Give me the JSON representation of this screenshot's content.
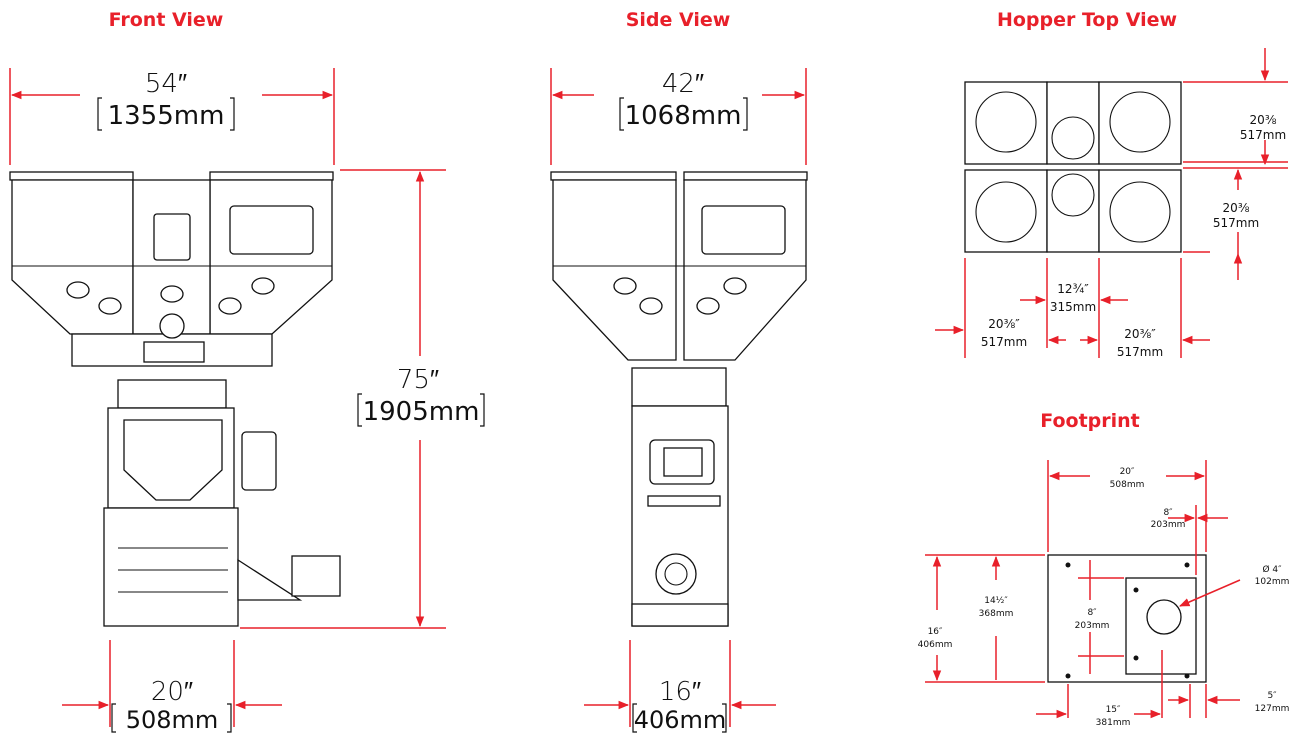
{
  "views": {
    "front": {
      "title": "Front View",
      "width_in": "54″",
      "width_mm": "1355mm",
      "height_in": "75″",
      "height_mm": "1905mm",
      "base_in": "20″",
      "base_mm": "508mm"
    },
    "side": {
      "title": "Side View",
      "width_in": "42″",
      "width_mm": "1068mm",
      "base_in": "16″",
      "base_mm": "406mm"
    },
    "hopper_top": {
      "title": "Hopper Top View",
      "right_top_in": "20⅜",
      "right_top_mm": "517mm",
      "right_bot_in": "20⅜",
      "right_bot_mm": "517mm",
      "center_in": "12¾″",
      "center_mm": "315mm",
      "left_in": "20⅜″",
      "left_mm": "517mm",
      "right_in": "20⅜″",
      "right_mm": "517mm"
    },
    "footprint": {
      "title": "Footprint",
      "width_in": "20″",
      "width_mm": "508mm",
      "inner_top_in": "8″",
      "inner_top_mm": "203mm",
      "hole_in": "Ø 4″",
      "hole_mm": "102mm",
      "left_in": "14½″",
      "left_mm": "368mm",
      "depth_in": "16″",
      "depth_mm": "406mm",
      "inner_left_in": "8″",
      "inner_left_mm": "203mm",
      "bottom_in": "15″",
      "bottom_mm": "381mm",
      "offset_in": "5″",
      "offset_mm": "127mm"
    }
  },
  "colors": {
    "accent": "#e8202a",
    "line": "#111111"
  }
}
